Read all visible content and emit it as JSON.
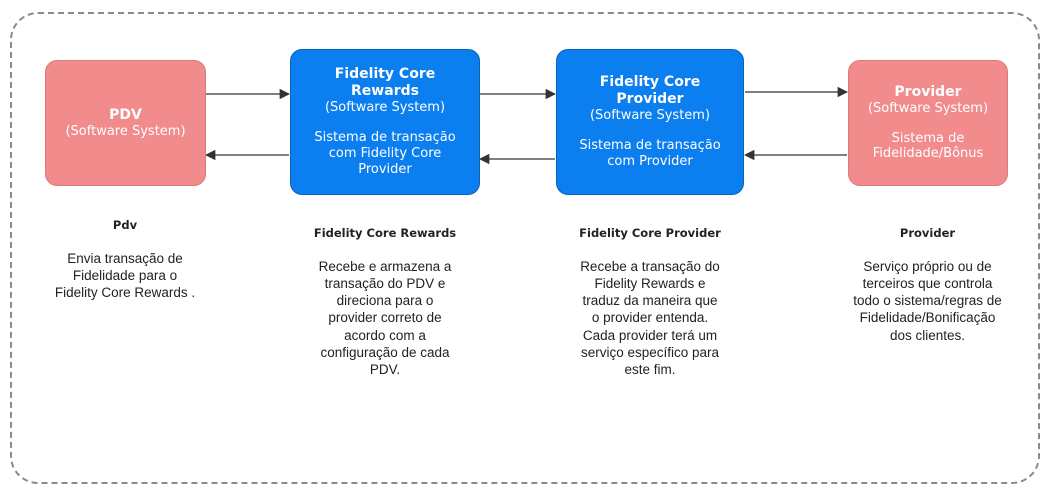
{
  "boxes": {
    "pdv": {
      "title_lines": [
        "PDV"
      ],
      "subtitle": "(Software System)",
      "desc_lines": []
    },
    "rewards": {
      "title_lines": [
        "Fidelity Core",
        "Rewards"
      ],
      "subtitle": "(Software System)",
      "desc_lines": [
        "Sistema de transação",
        "com Fidelity Core",
        "Provider"
      ]
    },
    "core_provider": {
      "title_lines": [
        "Fidelity Core",
        "Provider"
      ],
      "subtitle": "(Software System)",
      "desc_lines": [
        "Sistema de transação",
        "com Provider"
      ]
    },
    "provider": {
      "title_lines": [
        "Provider"
      ],
      "subtitle": "(Software System)",
      "desc_lines": [
        "Sistema de",
        "Fidelidade/Bônus"
      ]
    }
  },
  "captions": {
    "pdv": {
      "heading": "Pdv",
      "lines": [
        "Envia transação de",
        "Fidelidade para o",
        "Fidelity Core Rewards ."
      ]
    },
    "rewards": {
      "heading": "Fidelity Core Rewards",
      "lines": [
        "Recebe e armazena a",
        "transação do PDV e",
        "direciona para o",
        "provider correto de",
        "acordo com a",
        "configuração de cada",
        "PDV."
      ]
    },
    "core_provider": {
      "heading": "Fidelity Core Provider",
      "lines": [
        "Recebe a transação do",
        "Fidelity Rewards e",
        "traduz da maneira que",
        "o provider entenda.",
        "Cada provider terá um",
        "serviço específico para",
        "este fim."
      ]
    },
    "provider": {
      "heading": "Provider",
      "lines": [
        "Serviço próprio ou de",
        "terceiros que controla",
        "todo o sistema/regras de",
        "Fidelidade/Bonificação",
        "dos clientes."
      ]
    }
  },
  "colors": {
    "software_system_external": "#f28b8c",
    "software_system_internal": "#0b7ef0",
    "arrow": "#333333",
    "boundary": "#8a8a8a"
  }
}
